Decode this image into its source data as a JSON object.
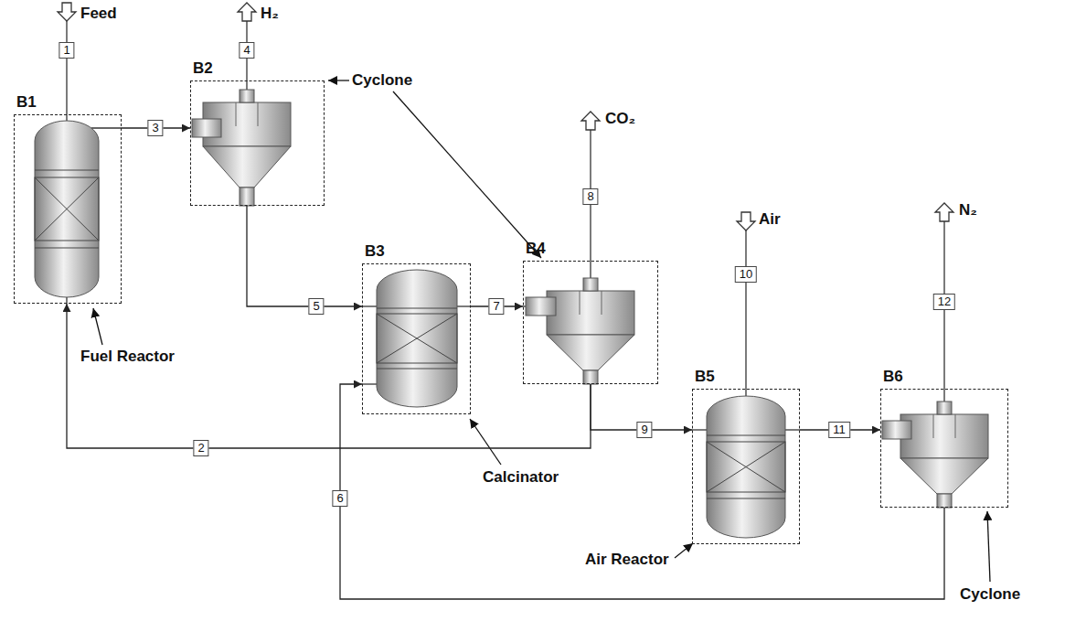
{
  "diagram": {
    "nodes": [
      {
        "text": [
          "B1"
        ]
      },
      {
        "text": [
          "B2"
        ]
      },
      {
        "text": [
          "B3"
        ]
      },
      {
        "text": [
          "B4"
        ]
      },
      {
        "text": [
          "B5"
        ]
      },
      {
        "text": [
          "B6"
        ]
      }
    ],
    "edges": [
      {
        "from": 0,
        "to": 1,
        "arrow": "to",
        "label": "3"
      },
      {
        "from": 1,
        "to": 2,
        "arrow": "to",
        "label": "5"
      },
      {
        "from": 2,
        "to": 3,
        "arrow": "to",
        "label": "7"
      },
      {
        "from": 3,
        "to": 0,
        "arrow": "to",
        "label": "2"
      },
      {
        "from": 3,
        "to": 4,
        "arrow": "to",
        "label": "9"
      },
      {
        "from": 4,
        "to": 5,
        "arrow": "to",
        "label": "11"
      },
      {
        "from": 5,
        "to": 2,
        "arrow": "to",
        "label": "6"
      }
    ],
    "labels": [
      "Feed",
      "1",
      "H₂",
      "4",
      "Cyclone",
      "CO₂",
      "8",
      "Air",
      "10",
      "N₂",
      "12",
      "Fuel Reactor",
      "Calcinator",
      "Air Reactor",
      "Cyclone"
    ]
  }
}
